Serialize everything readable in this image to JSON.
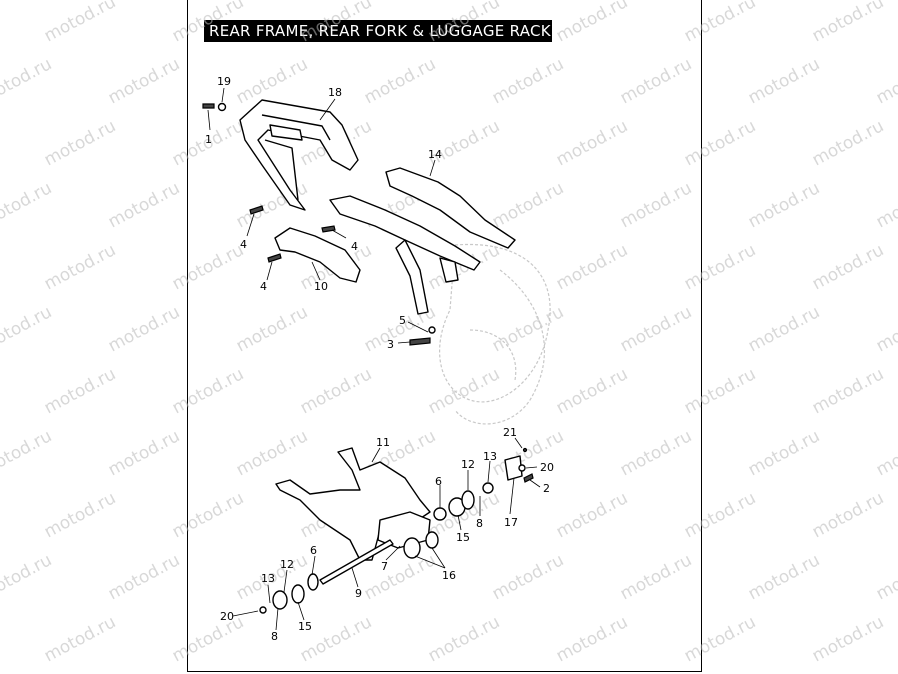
{
  "title": "REAR FRAME, REAR FORK & LUGGAGE RACK",
  "watermark": "motod.ru",
  "colors": {
    "title_bg": "#000000",
    "title_fg": "#ffffff",
    "watermark": "#b9b9b9"
  },
  "callouts": [
    "19",
    "18",
    "1",
    "14",
    "4",
    "4",
    "4",
    "10",
    "5",
    "3",
    "11",
    "21",
    "12",
    "13",
    "6",
    "20",
    "2",
    "8",
    "15",
    "17",
    "7",
    "16",
    "9",
    "12",
    "6",
    "13",
    "20",
    "8",
    "15"
  ]
}
